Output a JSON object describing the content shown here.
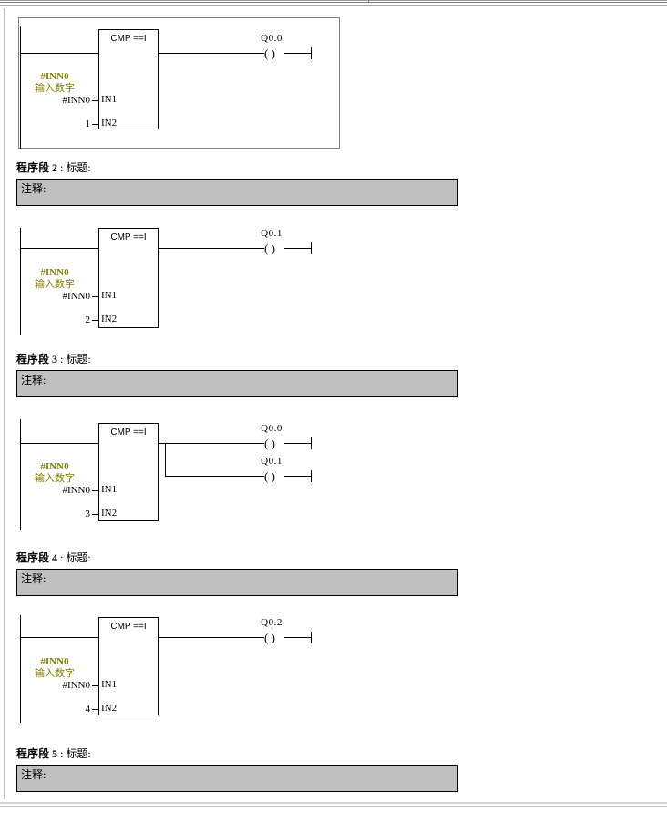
{
  "document": {
    "type": "plc-ladder-logic-printout",
    "language": "LAD",
    "symbol_color": "#808000",
    "comment_bar_color": "#c0c0c0",
    "rung_line_color": "#000000"
  },
  "labels": {
    "network_prefix": "程序段",
    "title_suffix": ": 标题:",
    "comment_label": "注释:",
    "separator": ":"
  },
  "networks": [
    {
      "id": "network-1",
      "number": "1",
      "header_visible": false,
      "comment_visible": false,
      "rung": {
        "bordered": true,
        "block": {
          "name": "CMP ==I",
          "pins": [
            "IN1",
            "IN2"
          ],
          "inputs": [
            {
              "pin": "IN1",
              "operand": "#INN0"
            },
            {
              "pin": "IN2",
              "operand": "1"
            }
          ],
          "symbol_comment": {
            "line1": "#INN0",
            "line2": "输入数字"
          }
        },
        "coils": [
          {
            "address": "Q0.0",
            "glyph": "( )"
          }
        ]
      }
    },
    {
      "id": "network-2",
      "number": "2",
      "header_visible": true,
      "comment_visible": true,
      "title": "标题:",
      "comment": "注释:",
      "rung": {
        "bordered": false,
        "block": {
          "name": "CMP ==I",
          "pins": [
            "IN1",
            "IN2"
          ],
          "inputs": [
            {
              "pin": "IN1",
              "operand": "#INN0"
            },
            {
              "pin": "IN2",
              "operand": "2"
            }
          ],
          "symbol_comment": {
            "line1": "#INN0",
            "line2": "输入数字"
          }
        },
        "coils": [
          {
            "address": "Q0.1",
            "glyph": "( )"
          }
        ]
      }
    },
    {
      "id": "network-3",
      "number": "3",
      "header_visible": true,
      "comment_visible": true,
      "title": "标题:",
      "comment": "注释:",
      "rung": {
        "bordered": false,
        "block": {
          "name": "CMP ==I",
          "pins": [
            "IN1",
            "IN2"
          ],
          "inputs": [
            {
              "pin": "IN1",
              "operand": "#INN0"
            },
            {
              "pin": "IN2",
              "operand": "3"
            }
          ],
          "symbol_comment": {
            "line1": "#INN0",
            "line2": "输入数字"
          }
        },
        "coils": [
          {
            "address": "Q0.0",
            "glyph": "( )"
          },
          {
            "address": "Q0.1",
            "glyph": "( )"
          }
        ]
      }
    },
    {
      "id": "network-4",
      "number": "4",
      "header_visible": true,
      "comment_visible": true,
      "title": "标题:",
      "comment": "注释:",
      "rung": {
        "bordered": false,
        "block": {
          "name": "CMP ==I",
          "pins": [
            "IN1",
            "IN2"
          ],
          "inputs": [
            {
              "pin": "IN1",
              "operand": "#INN0"
            },
            {
              "pin": "IN2",
              "operand": "4"
            }
          ],
          "symbol_comment": {
            "line1": "#INN0",
            "line2": "输入数字"
          }
        },
        "coils": [
          {
            "address": "Q0.2",
            "glyph": "( )"
          }
        ]
      }
    },
    {
      "id": "network-5",
      "number": "5",
      "header_visible": true,
      "comment_visible": true,
      "title": "标题:",
      "comment": "注释:",
      "rung": null
    }
  ]
}
